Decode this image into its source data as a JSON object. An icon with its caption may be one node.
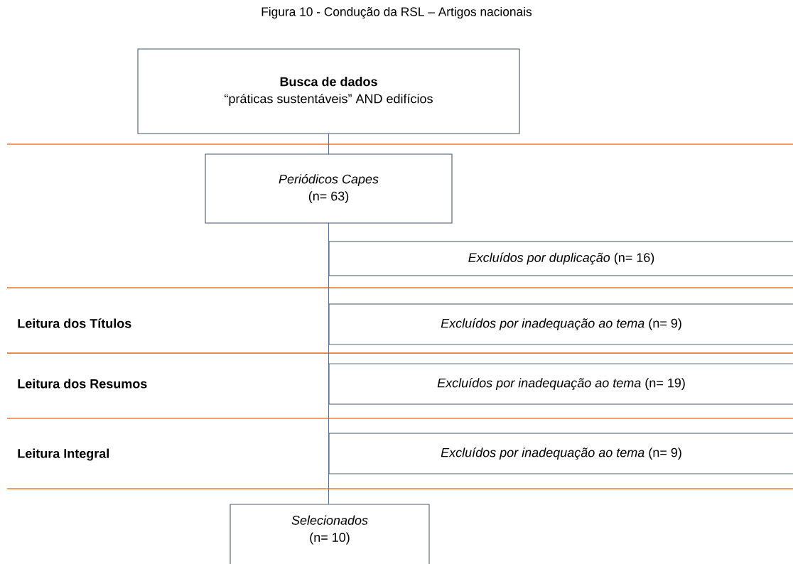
{
  "diagram": {
    "title": "Figura 10 - Condução da RSL – Artigos nacionais",
    "nodes": [
      {
        "text": [
          "Busca de dados",
          "“práticas sustentáveis” AND edifícios"
        ]
      },
      {
        "text": [
          "Periódicos Capes",
          "(n= 63)"
        ]
      },
      {
        "text": [
          "*Excluídos por duplicação* (n= 16)"
        ]
      },
      {
        "text": [
          "*Excluídos por inadequação ao tema* (n= 9)"
        ]
      },
      {
        "text": [
          "*Excluídos por inadequação ao tema* (n= 19)"
        ]
      },
      {
        "text": [
          "*Excluídos por inadequação ao tema* (n= 9)"
        ]
      },
      {
        "text": [
          "Selecionados",
          "(n= 10)"
        ]
      }
    ],
    "edges": [
      {
        "from": 0,
        "to": 1,
        "arrow": "none"
      },
      {
        "from": 1,
        "to": 6,
        "arrow": "none"
      }
    ],
    "labels": [
      "Leitura dos Títulos",
      "Leitura dos Resumos",
      "Leitura Integral"
    ]
  }
}
